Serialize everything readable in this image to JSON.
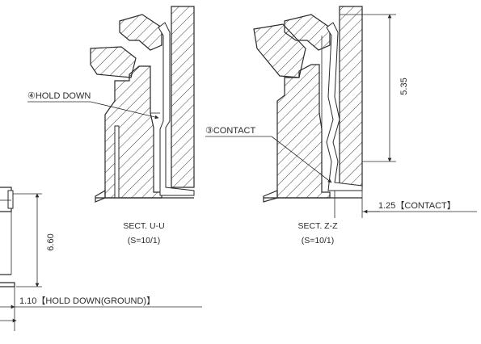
{
  "callouts": {
    "hold_down": "④HOLD DOWN",
    "contact": "③CONTACT"
  },
  "sections": {
    "u": {
      "title": "SECT. U-U",
      "scale": "(S=10/1)"
    },
    "z": {
      "title": "SECT. Z-Z",
      "scale": "(S=10/1)"
    }
  },
  "dimensions": {
    "height_right": "5.35",
    "height_left": "6.60",
    "contact_offset": "1.25【CONTACT】",
    "hold_down_offset": "1.10【HOLD DOWN(GROUND)】"
  },
  "colors": {
    "line": "#2a2a2a",
    "background": "#ffffff"
  }
}
